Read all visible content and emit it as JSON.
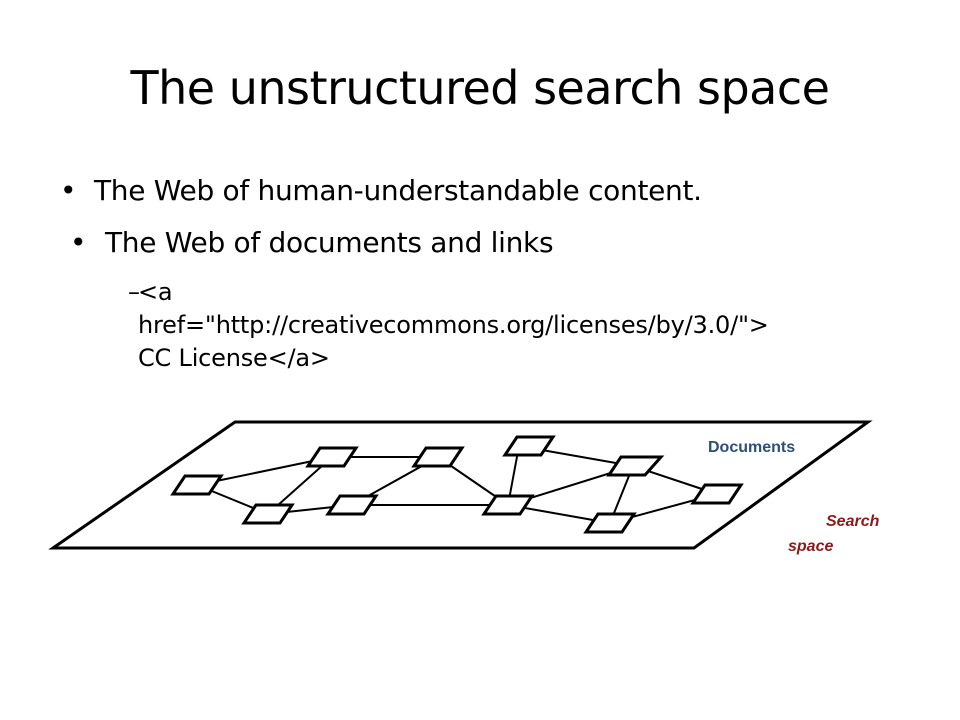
{
  "slide": {
    "title": "The unstructured search space",
    "bullets": [
      {
        "symbol": "•",
        "text": "The Web of human-understandable content."
      },
      {
        "symbol": "•",
        "text": "The Web of documents and links"
      }
    ],
    "sub_bullet": {
      "symbol": "–",
      "text": "<a\nhref=\"http://creativecommons.org/licenses/by/3.0/\">\nCC License</a>"
    }
  },
  "diagram": {
    "documents_label": "Documents",
    "search_label_line1": "Search",
    "search_label_line2": "space",
    "colors": {
      "documents_label": "#2b4f7a",
      "search_label": "#8b1a1a",
      "stroke": "#000000"
    }
  }
}
